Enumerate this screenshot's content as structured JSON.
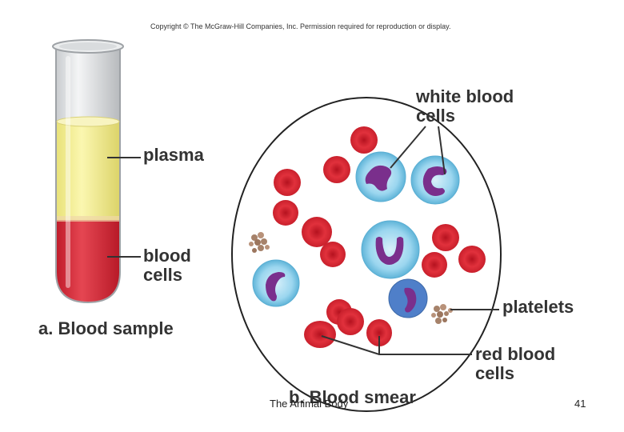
{
  "copyright": "Copyright © The McGraw-Hill Companies, Inc. Permission required for reproduction or display.",
  "labels": {
    "plasma": "plasma",
    "blood_cells": [
      "blood",
      "cells"
    ],
    "caption_a": "a. Blood sample",
    "white_blood_cells": [
      "white blood",
      "cells"
    ],
    "platelets": "platelets",
    "red_blood_cells": [
      "red blood",
      "cells"
    ],
    "caption_b": "b. Blood smear"
  },
  "footer": {
    "title": "The Animal Body",
    "page_number": "41"
  },
  "colors": {
    "plasma": "#f3ef9a",
    "blood": "#d8313f",
    "rbc": "#d9212e",
    "wbc": "#8fd0ea",
    "nucleus": "#7a2f8c",
    "platelet": "#a6826a"
  }
}
